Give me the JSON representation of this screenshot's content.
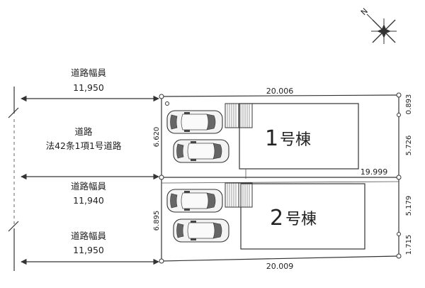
{
  "compass": {
    "north_label": "N",
    "icon": "north-compass-icon"
  },
  "road": {
    "name": "道路",
    "classification": "法42条1項1号道路",
    "width_label": "道路幅員",
    "widths": [
      "11,950",
      "11,940",
      "11,950"
    ]
  },
  "lots": {
    "lot1": {
      "number": "1",
      "suffix": "号棟"
    },
    "lot2": {
      "number": "2",
      "suffix": "号棟"
    }
  },
  "dimensions": {
    "top": "20.006",
    "middle": "19.999",
    "bottom": "20.009",
    "left_lot1": "6.620",
    "left_lot2": "6.895",
    "right_top": "0.893",
    "right_lot1": "5.726",
    "right_lot2_a": "5.179",
    "right_lot2_b": "1.715"
  }
}
